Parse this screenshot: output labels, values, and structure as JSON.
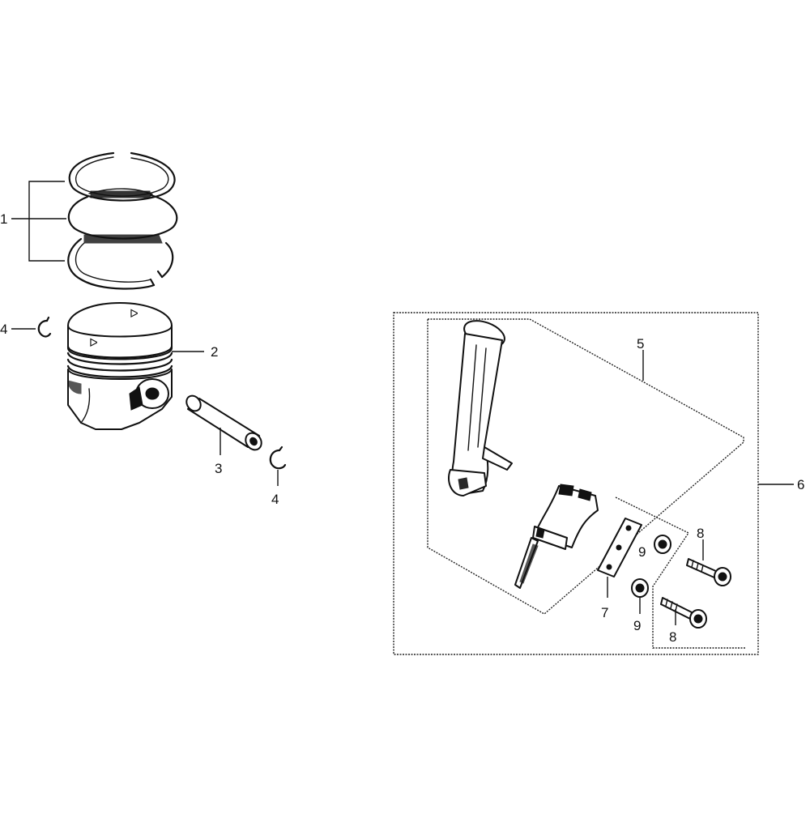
{
  "callouts": {
    "piston_rings": "1",
    "piston": "2",
    "piston_pin": "3",
    "pin_clip_left": "4",
    "pin_clip_right": "4",
    "connecting_rod": "5",
    "connecting_rod_assembly": "6",
    "rod_bolt_lock_plate": "7",
    "rod_bolt_upper": "8",
    "rod_bolt_lower": "8",
    "rod_nut_upper": "9",
    "rod_nut_lower": "9"
  },
  "piston_marks": {
    "top_mark_1": "ᐅ",
    "top_mark_2": "ᐅ"
  }
}
